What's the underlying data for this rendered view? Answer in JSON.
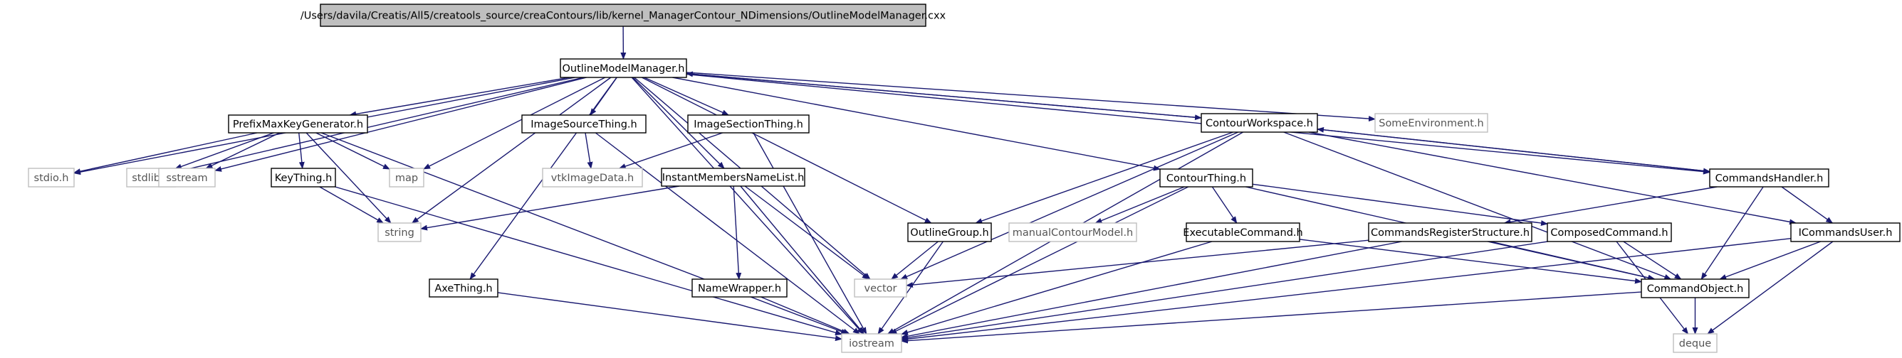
{
  "nodes": [
    {
      "id": "root",
      "label": "/Users/davila/Creatis/All5/creatools_source/creaContours/lib/kernel_ManagerContour_NDimensions/OutlineModelManager.cxx",
      "kind": "root"
    },
    {
      "id": "omm",
      "label": "OutlineModelManager.h",
      "kind": "local"
    },
    {
      "id": "pmkg",
      "label": "PrefixMaxKeyGenerator.h",
      "kind": "local"
    },
    {
      "id": "ist",
      "label": "ImageSourceThing.h",
      "kind": "local"
    },
    {
      "id": "isect",
      "label": "ImageSectionThing.h",
      "kind": "local"
    },
    {
      "id": "cws",
      "label": "ContourWorkspace.h",
      "kind": "local"
    },
    {
      "id": "senv",
      "label": "SomeEnvironment.h",
      "kind": "system"
    },
    {
      "id": "stdio",
      "label": "stdio.h",
      "kind": "system"
    },
    {
      "id": "stdlib",
      "label": "stdlib.h",
      "kind": "system"
    },
    {
      "id": "sstream",
      "label": "sstream",
      "kind": "system"
    },
    {
      "id": "keything",
      "label": "KeyThing.h",
      "kind": "local"
    },
    {
      "id": "map",
      "label": "map",
      "kind": "system"
    },
    {
      "id": "vtkimg",
      "label": "vtkImageData.h",
      "kind": "system"
    },
    {
      "id": "imnl",
      "label": "InstantMembersNameList.h",
      "kind": "local"
    },
    {
      "id": "contourthing",
      "label": "ContourThing.h",
      "kind": "local"
    },
    {
      "id": "cmdhandler",
      "label": "CommandsHandler.h",
      "kind": "local"
    },
    {
      "id": "string",
      "label": "string",
      "kind": "system"
    },
    {
      "id": "outlinegroup",
      "label": "OutlineGroup.h",
      "kind": "local"
    },
    {
      "id": "manualcm",
      "label": "manualContourModel.h",
      "kind": "system"
    },
    {
      "id": "execcmd",
      "label": "ExecutableCommand.h",
      "kind": "local"
    },
    {
      "id": "cmdreg",
      "label": "CommandsRegisterStructure.h",
      "kind": "local"
    },
    {
      "id": "compcmd",
      "label": "ComposedCommand.h",
      "kind": "local"
    },
    {
      "id": "icmduser",
      "label": "ICommandsUser.h",
      "kind": "local"
    },
    {
      "id": "axething",
      "label": "AxeThing.h",
      "kind": "local"
    },
    {
      "id": "vector",
      "label": "vector",
      "kind": "system"
    },
    {
      "id": "namewrapper",
      "label": "NameWrapper.h",
      "kind": "local"
    },
    {
      "id": "cmdobj",
      "label": "CommandObject.h",
      "kind": "local"
    },
    {
      "id": "iostream",
      "label": "iostream",
      "kind": "system"
    },
    {
      "id": "deque",
      "label": "deque",
      "kind": "system"
    }
  ],
  "edges": [
    [
      "root",
      "omm"
    ],
    [
      "omm",
      "pmkg"
    ],
    [
      "omm",
      "ist"
    ],
    [
      "omm",
      "isect"
    ],
    [
      "omm",
      "cws"
    ],
    [
      "omm",
      "senv"
    ],
    [
      "omm",
      "stdio"
    ],
    [
      "omm",
      "stdlib"
    ],
    [
      "omm",
      "sstream"
    ],
    [
      "omm",
      "map"
    ],
    [
      "omm",
      "string"
    ],
    [
      "omm",
      "imnl"
    ],
    [
      "omm",
      "contourthing"
    ],
    [
      "omm",
      "outlinegroup"
    ],
    [
      "omm",
      "axething"
    ],
    [
      "omm",
      "vector"
    ],
    [
      "omm",
      "iostream"
    ],
    [
      "omm",
      "cmdhandler"
    ],
    [
      "pmkg",
      "stdio"
    ],
    [
      "pmkg",
      "stdlib"
    ],
    [
      "pmkg",
      "sstream"
    ],
    [
      "pmkg",
      "map"
    ],
    [
      "pmkg",
      "keything"
    ],
    [
      "pmkg",
      "string"
    ],
    [
      "pmkg",
      "iostream"
    ],
    [
      "keything",
      "string"
    ],
    [
      "keything",
      "iostream"
    ],
    [
      "ist",
      "vtkimg"
    ],
    [
      "ist",
      "iostream"
    ],
    [
      "isect",
      "vtkimg"
    ],
    [
      "isect",
      "iostream"
    ],
    [
      "imnl",
      "string"
    ],
    [
      "imnl",
      "namewrapper"
    ],
    [
      "imnl",
      "vector"
    ],
    [
      "imnl",
      "iostream"
    ],
    [
      "cws",
      "omm"
    ],
    [
      "cws",
      "vector"
    ],
    [
      "cws",
      "outlinegroup"
    ],
    [
      "cws",
      "cmdhandler"
    ],
    [
      "cws",
      "icmduser"
    ],
    [
      "cws",
      "cmdobj"
    ],
    [
      "cws",
      "iostream"
    ],
    [
      "contourthing",
      "manualcm"
    ],
    [
      "contourthing",
      "execcmd"
    ],
    [
      "contourthing",
      "compcmd"
    ],
    [
      "contourthing",
      "cmdobj"
    ],
    [
      "contourthing",
      "iostream"
    ],
    [
      "cmdhandler",
      "cws"
    ],
    [
      "cmdhandler",
      "cmdreg"
    ],
    [
      "cmdhandler",
      "icmduser"
    ],
    [
      "cmdhandler",
      "cmdobj"
    ],
    [
      "outlinegroup",
      "vector"
    ],
    [
      "outlinegroup",
      "iostream"
    ],
    [
      "execcmd",
      "cmdobj"
    ],
    [
      "execcmd",
      "iostream"
    ],
    [
      "cmdreg",
      "vector"
    ],
    [
      "cmdreg",
      "cmdobj"
    ],
    [
      "cmdreg",
      "iostream"
    ],
    [
      "compcmd",
      "cmdobj"
    ],
    [
      "compcmd",
      "deque"
    ],
    [
      "compcmd",
      "iostream"
    ],
    [
      "icmduser",
      "cmdobj"
    ],
    [
      "icmduser",
      "deque"
    ],
    [
      "icmduser",
      "iostream"
    ],
    [
      "axething",
      "iostream"
    ],
    [
      "namewrapper",
      "iostream"
    ],
    [
      "cmdobj",
      "deque"
    ],
    [
      "cmdobj",
      "iostream"
    ]
  ]
}
